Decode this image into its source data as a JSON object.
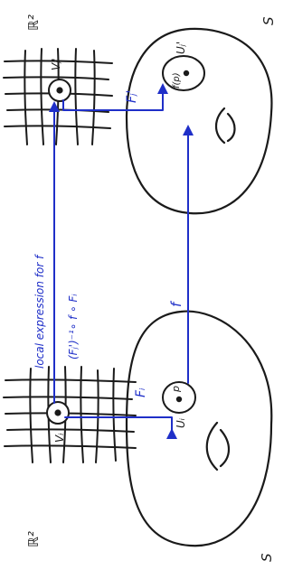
{
  "labels": {
    "r2_left": "ℝ²",
    "r2_right": "ℝ²",
    "s_left": "S",
    "s_right": "S",
    "v_i": "Vᵢ",
    "v_j": "Vⱼ'",
    "u_i": "Uᵢ",
    "u_j": "Uⱼ'",
    "p": "p",
    "f_p": "f(p)",
    "F_i": "Fᵢ",
    "F_j": "Fⱼ'",
    "f": "f",
    "local_expr_line1": "local expression for f",
    "local_expr_line2": "(Fⱼ')⁻¹∘ f ∘ Fᵢ"
  },
  "colors": {
    "ink": "#1a1a1a",
    "arrow": "#1f2fc8"
  }
}
